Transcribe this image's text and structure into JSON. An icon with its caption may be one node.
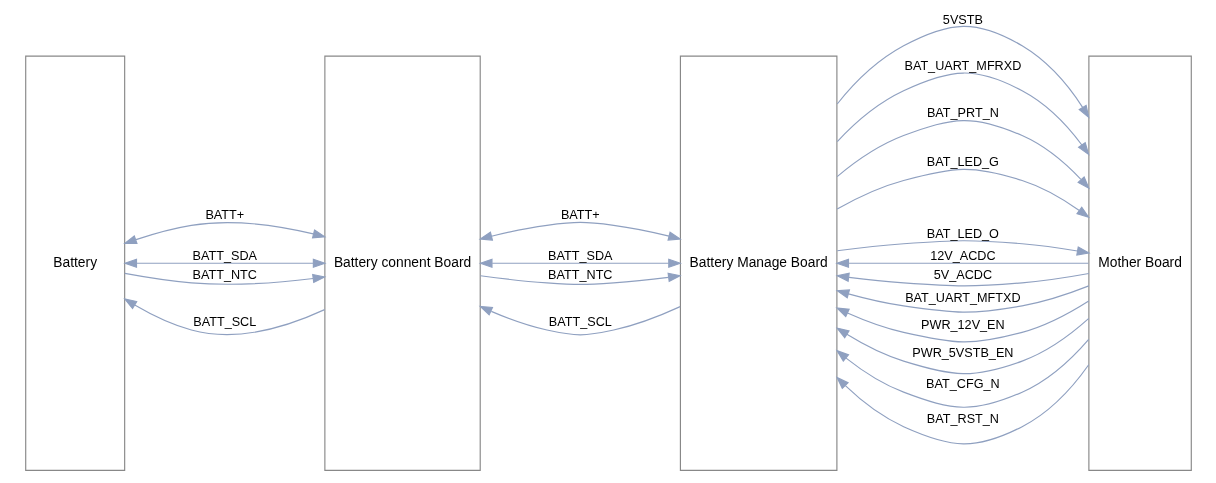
{
  "diagram": {
    "nodes": [
      {
        "text": [
          "Battery"
        ]
      },
      {
        "text": [
          "Battery connent Board"
        ]
      },
      {
        "text": [
          "Battery Manage Board"
        ]
      },
      {
        "text": [
          "Mother Board"
        ]
      }
    ],
    "edges": [
      {
        "from": 0,
        "to": 1,
        "arrow": "both",
        "label": "BATT+"
      },
      {
        "from": 0,
        "to": 1,
        "arrow": "both",
        "label": "BATT_SDA"
      },
      {
        "from": 1,
        "to": 0,
        "arrow": "to",
        "label": "BATT_SCL"
      },
      {
        "from": 0,
        "to": 1,
        "arrow": "to",
        "label": "BATT_NTC"
      },
      {
        "from": 1,
        "to": 2,
        "arrow": "both",
        "label": "BATT+"
      },
      {
        "from": 1,
        "to": 2,
        "arrow": "both",
        "label": "BATT_SDA"
      },
      {
        "from": 2,
        "to": 1,
        "arrow": "to",
        "label": "BATT_SCL"
      },
      {
        "from": 1,
        "to": 2,
        "arrow": "to",
        "label": "BATT_NTC"
      },
      {
        "from": 3,
        "to": 2,
        "arrow": "to",
        "label": "12V_ACDC"
      },
      {
        "from": 3,
        "to": 2,
        "arrow": "to",
        "label": "5V_ACDC"
      },
      {
        "from": 2,
        "to": 3,
        "arrow": "to",
        "label": "5VSTB"
      },
      {
        "from": 3,
        "to": 2,
        "arrow": "to",
        "label": "BAT_UART_MFTXD"
      },
      {
        "from": 2,
        "to": 3,
        "arrow": "to",
        "label": "BAT_UART_MFRXD"
      },
      {
        "from": 3,
        "to": 2,
        "arrow": "to",
        "label": "PWR_12V_EN"
      },
      {
        "from": 3,
        "to": 2,
        "arrow": "to",
        "label": "PWR_5VSTB_EN"
      },
      {
        "from": 3,
        "to": 2,
        "arrow": "to",
        "label": "BAT_CFG_N"
      },
      {
        "from": 3,
        "to": 2,
        "arrow": "to",
        "label": "BAT_RST_N"
      },
      {
        "from": 2,
        "to": 3,
        "arrow": "to",
        "label": "BAT_PRT_N"
      },
      {
        "from": 2,
        "to": 3,
        "arrow": "to",
        "label": "BAT_LED_G"
      },
      {
        "from": 2,
        "to": 3,
        "arrow": "to",
        "label": "BAT_LED_O"
      }
    ]
  }
}
